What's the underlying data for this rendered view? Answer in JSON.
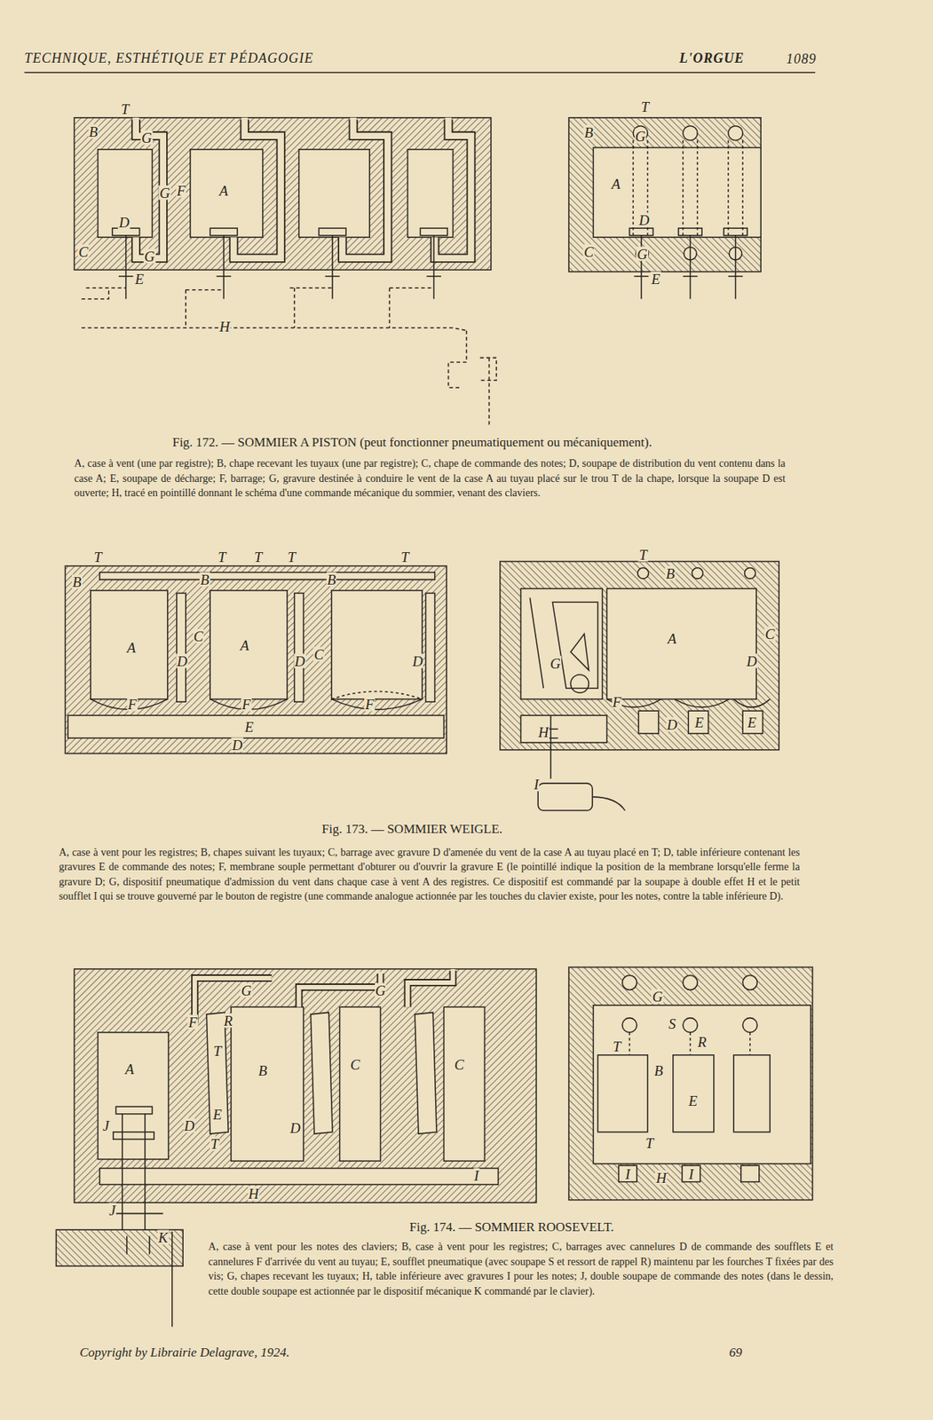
{
  "diagram": {
    "title": "TECHNIQUE, ESTHÉTIQUE ET PÉDAGOGIE",
    "labels": [
      "L'ORGUE",
      "1089",
      "T",
      "B",
      "G",
      "G",
      "F",
      "A",
      "D",
      "C",
      "G",
      "E",
      "H",
      "T",
      "B",
      "G",
      "A",
      "D",
      "C",
      "G",
      "E",
      "Fig. 172. — SOMMIER A PISTON (peut fonctionner pneumatiquement ou mécaniquement).",
      "A, case à vent (une par registre); B, chape recevant les tuyaux (une par registre); C, chape de commande des notes; D, soupape de distribution du vent contenu dans la case A; E, soupape de décharge; F, barrage; G, gravure destinée à conduire le vent de la case A au tuyau placé sur le trou T de la chape, lorsque la soupape D est ouverte; H, tracé en pointillé donnant le schéma d'une commande mécanique du sommier, venant des claviers.",
      "T",
      "T",
      "T",
      "T",
      "T",
      "B",
      "B",
      "B",
      "A",
      "C",
      "D",
      "A",
      "C",
      "D",
      "D",
      "F",
      "F",
      "F",
      "E",
      "D",
      "T",
      "B",
      "A",
      "C",
      "D",
      "G",
      "F",
      "D",
      "E",
      "E",
      "H",
      "I",
      "Fig. 173. — SOMMIER WEIGLE.",
      "A, case à vent pour les registres; B, chapes suivant les tuyaux; C, barrage avec gravure D d'amenée du vent de la case A au tuyau placé en T; D, table inférieure contenant les gravures E de commande des notes; F, membrane souple permettant d'obturer ou d'ouvrir la gravure E (le pointillé indique la position de la membrane lorsqu'elle ferme la gravure D; G, dispositif pneumatique d'admission du vent dans chaque case à vent A des registres. Ce dispositif est commandé par la soupape à double effet H et le petit soufflet I qui se trouve gouverné par le bouton de registre (une commande analogue actionnée par les touches du clavier existe, pour les notes, contre la table inférieure D).",
      "G",
      "G",
      "F",
      "R",
      "A",
      "T",
      "B",
      "C",
      "C",
      "J",
      "D",
      "E",
      "T",
      "D",
      "I",
      "H",
      "J",
      "K",
      "G",
      "S",
      "R",
      "T",
      "B",
      "E",
      "T",
      "I",
      "H",
      "I",
      "Fig. 174. — SOMMIER ROOSEVELT.",
      "A, case à vent pour les notes des claviers; B, case à vent pour les registres; C, barrages avec cannelures D de commande des soufflets E et cannelures F d'arrivée du vent au tuyau; E, soufflet pneumatique (avec soupape S et ressort de rappel R) maintenu par les fourches T fixées par des vis; G, chapes recevant les tuyaux; H, table inférieure avec gravures I pour les notes; J, double soupape de commande des notes (dans le dessin, cette double soupape est actionnée par le dispositif mécanique K commandé par le clavier).",
      "Copyright by Librairie Delagrave, 1924.",
      "69"
    ]
  }
}
